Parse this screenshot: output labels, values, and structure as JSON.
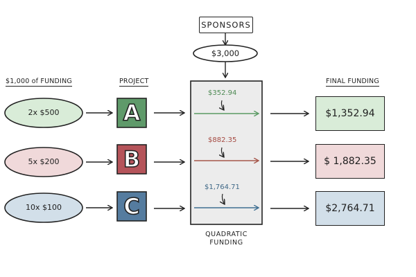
{
  "headers": {
    "left": "$1,000 of FUNDING",
    "project": "PROJECT",
    "final": "FINAL FUNDING"
  },
  "sponsors": {
    "label": "SPONSORS",
    "amount": "$3,000"
  },
  "pool": {
    "label": "QUADRATIC FUNDING"
  },
  "rows": [
    {
      "contributions": "2x $500",
      "project": "A",
      "match": "$352.94",
      "final": "$1,352.94",
      "color_fill": "#d9ecd8",
      "color_text": "#4e8a54"
    },
    {
      "contributions": "5x $200",
      "project": "B",
      "match": "$882.35",
      "final": "$ 1,882.35",
      "color_fill": "#f0d9da",
      "color_text": "#a54a42"
    },
    {
      "contributions": "10x $100",
      "project": "C",
      "match": "$1,764.71",
      "final": "$2,764.71",
      "color_fill": "#d2dfe9",
      "color_text": "#3f6887"
    }
  ],
  "colors": {
    "square_a": "#5f9a6a",
    "square_b": "#b5545a",
    "square_c": "#557c9f",
    "pool_fill": "#ececec",
    "line_a": "#5a9a63",
    "line_b": "#a5564a",
    "line_c": "#3f6f92"
  }
}
